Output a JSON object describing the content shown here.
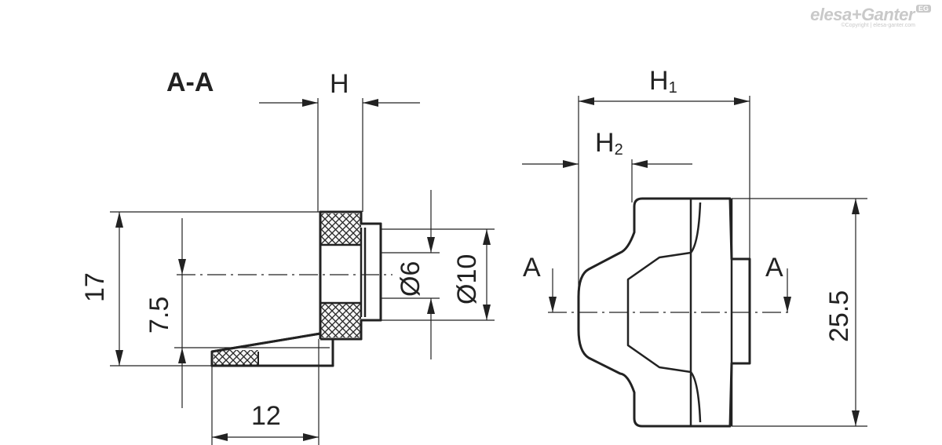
{
  "watermark": {
    "brand": "elesa+Ganter",
    "badge": "EG",
    "copyright": "©Copyright | elesa-ganter.com"
  },
  "section_view": {
    "title": "A-A",
    "dims": {
      "width_H": "H",
      "height_17": "17",
      "height_7_5": "7.5",
      "length_12": "12",
      "bore_d6": "Ø6",
      "hub_d10": "Ø10"
    }
  },
  "front_view": {
    "dims": {
      "H1_main": "H",
      "H1_sub": "1",
      "H2_main": "H",
      "H2_sub": "2",
      "height_25_5": "25.5"
    },
    "section_marks": {
      "left": "A",
      "right": "A"
    }
  }
}
